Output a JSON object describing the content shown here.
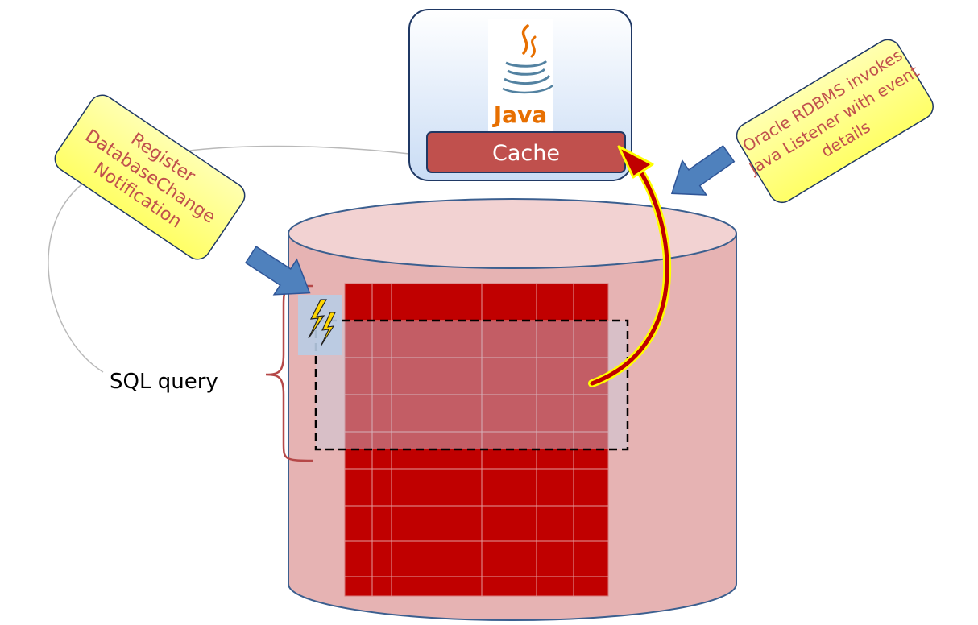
{
  "app_box": {
    "logo_wordmark": "Java",
    "cache_label": "Cache"
  },
  "callouts": {
    "register": [
      "Register",
      "DatabaseChange",
      "Notification"
    ],
    "oracle": [
      "Oracle RDBMS invokes",
      "Java Listener with event",
      "details"
    ]
  },
  "sql_query_label": "SQL query",
  "colors": {
    "callout_fill": "#ffff7f",
    "callout_text": "#c0504d",
    "cache_fill": "#c0504d",
    "cylinder_body": "#e8b4b4",
    "cylinder_top": "#f1d0d0",
    "table_red": "#c00000",
    "arrow_blue": "#4f81bd",
    "event_arrow": "#c00000",
    "event_arrow_outline": "#ffff00",
    "app_box_fill": "#dae8fc",
    "app_box_border": "#1f3864"
  },
  "icons": {
    "trigger": "lightning-bolt-icon",
    "logo": "java-cup-logo"
  }
}
